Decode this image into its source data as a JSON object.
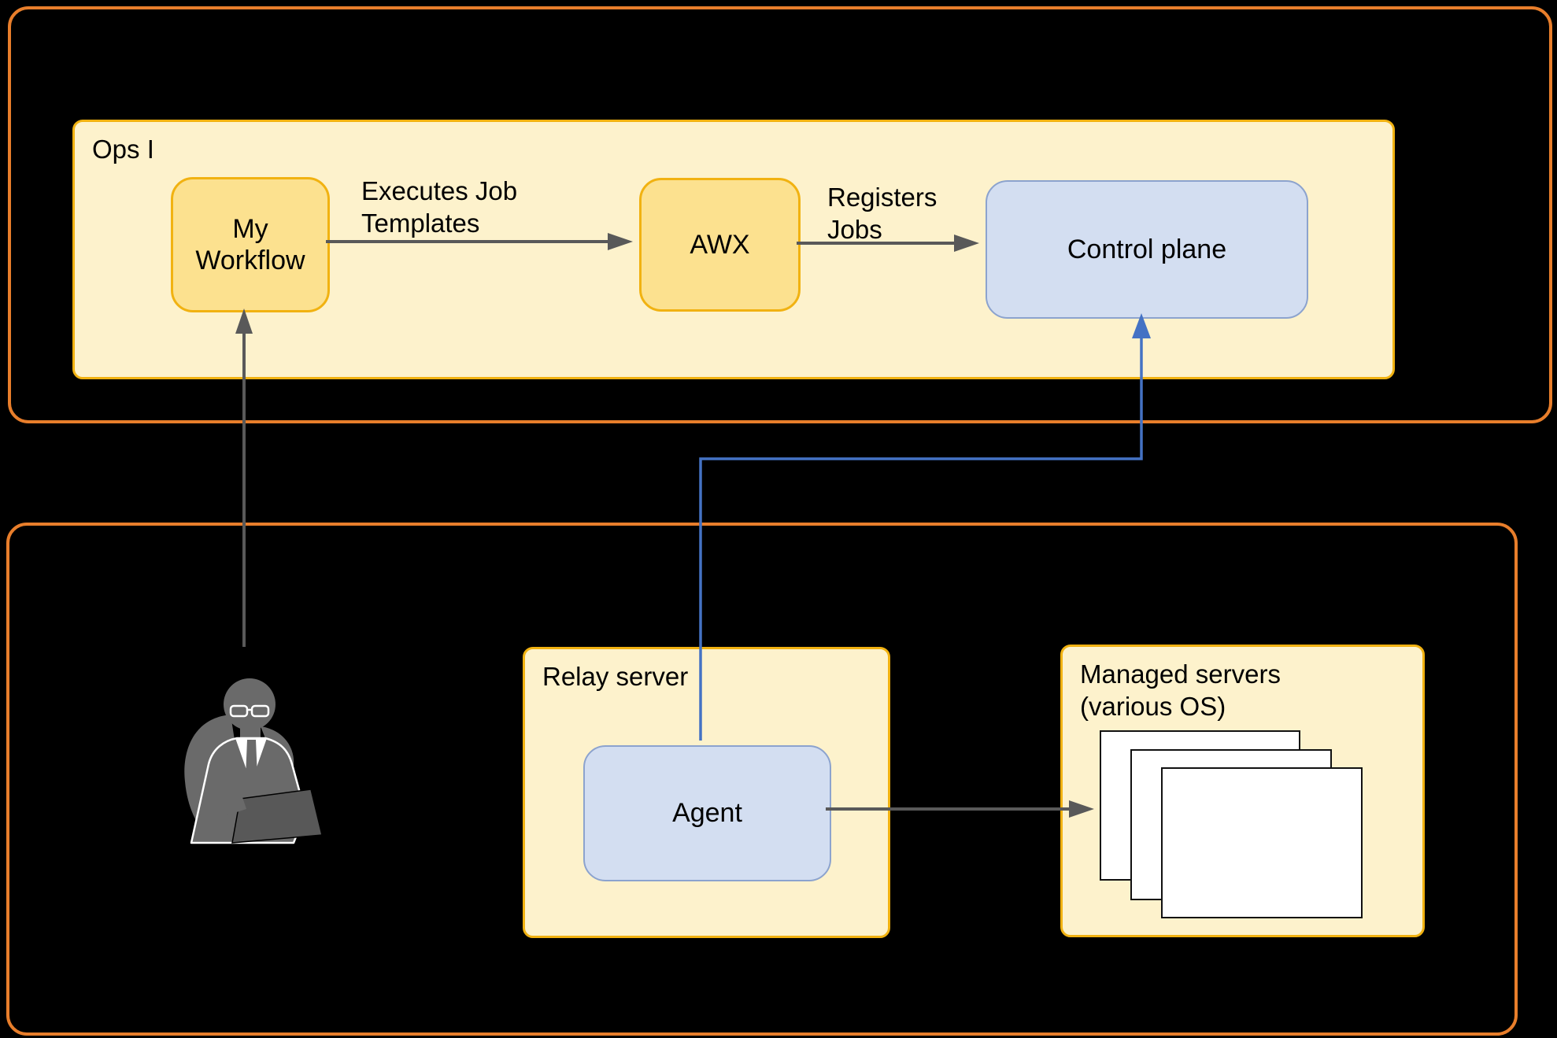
{
  "groups": {
    "ops": {
      "label": "Ops I"
    },
    "relay": {
      "label": "Relay server"
    },
    "managed": {
      "label": "Managed servers\n(various OS)"
    }
  },
  "nodes": {
    "my_workflow": {
      "label": "My\nWorkflow"
    },
    "awx": {
      "label": "AWX"
    },
    "control_plane": {
      "label": "Control plane"
    },
    "agent": {
      "label": "Agent"
    }
  },
  "edges": {
    "executes": {
      "label": "Executes Job\nTemplates",
      "from": "My Workflow",
      "to": "AWX"
    },
    "registers": {
      "label": "Registers\nJobs",
      "from": "AWX",
      "to": "Control plane"
    },
    "agent_to_control": {
      "label": "",
      "from": "Agent",
      "to": "Control plane"
    },
    "agent_to_managed": {
      "label": "",
      "from": "Agent",
      "to": "Managed servers"
    },
    "user_to_workflow": {
      "label": "",
      "from": "Operator",
      "to": "My Workflow"
    }
  },
  "colors": {
    "background": "#000000",
    "outer_border_orange": "#E87E2B",
    "group_fill_cream": "#FDF2CC",
    "group_border_gold": "#F1B211",
    "node_fill_gold": "#FCE18F",
    "node_fill_blue": "#D3DEF1",
    "node_border_blue": "#8CA3CE",
    "connector_gray": "#595959",
    "connector_blue": "#4472C4",
    "person_gray": "#6A6A6A",
    "text": "#000000"
  }
}
